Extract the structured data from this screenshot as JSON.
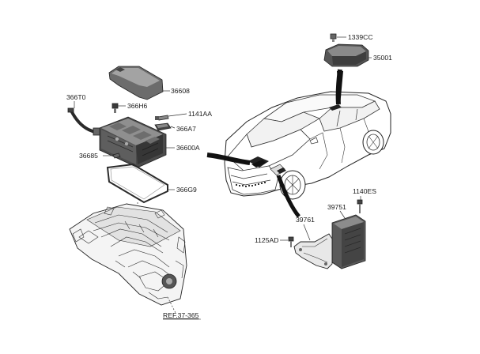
{
  "part_labels": {
    "p1339CC": "1339CC",
    "p35001": "35001",
    "p36608": "36608",
    "p366T0": "366T0",
    "p366H6": "366H6",
    "p1141AA": "1141AA",
    "p366A7": "366A7",
    "p366600A": "36600A",
    "p36685": "36685",
    "p366G9": "366G9",
    "p1140ES": "1140ES",
    "p39751": "39751",
    "p39761": "39761",
    "p1125AD": "1125AD"
  },
  "reference": "REF.37-365"
}
